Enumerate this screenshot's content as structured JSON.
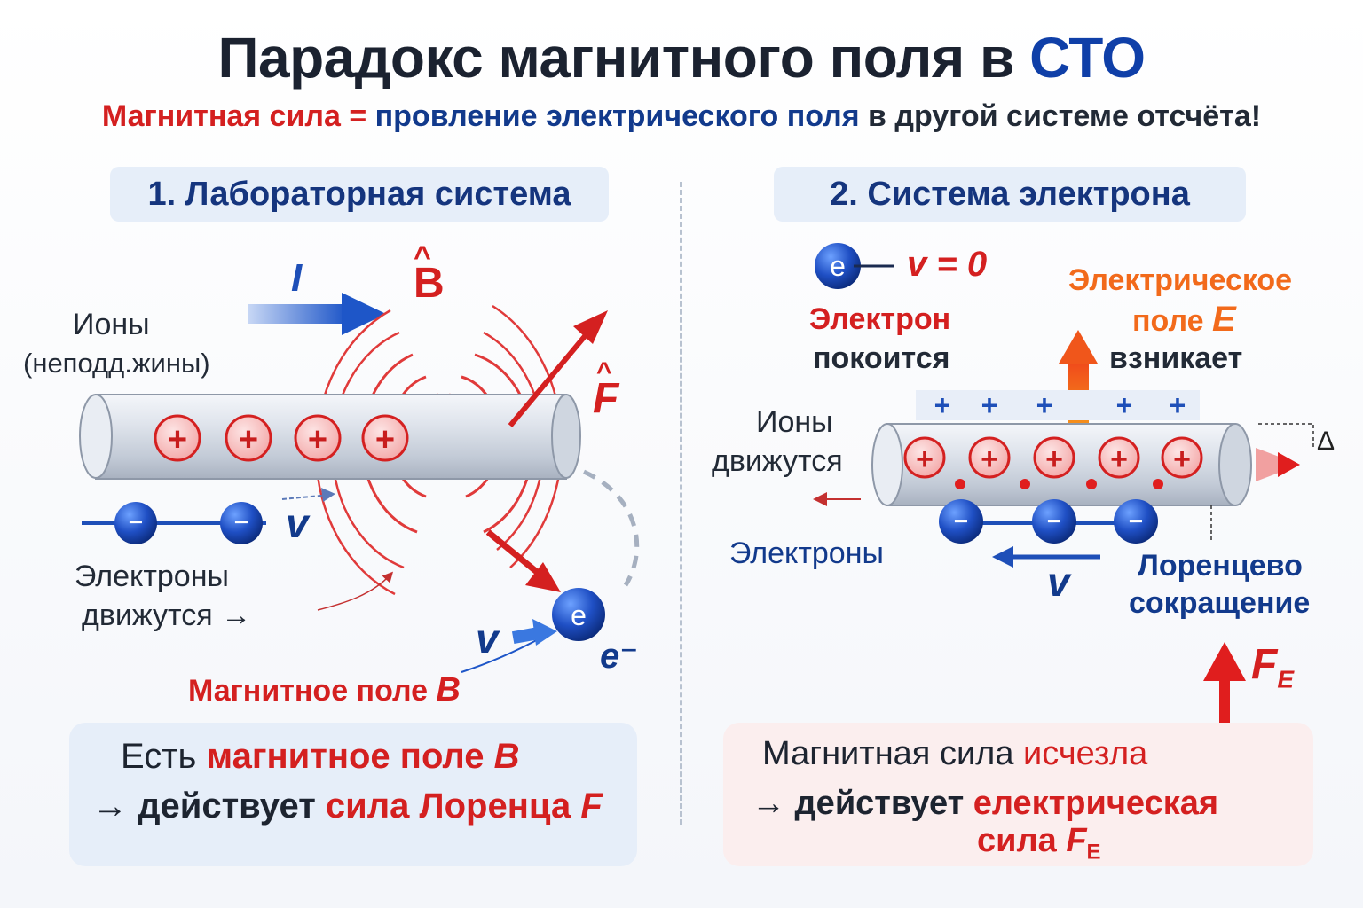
{
  "title": {
    "main": "Парадокс магнитного поля в",
    "accent": "СТО"
  },
  "subtitle": {
    "part1": "Магнитная сила",
    "eq": " = ",
    "part2": "провление электрического поля",
    "part3": " в другой системе отсчёта!"
  },
  "left": {
    "heading": "1. Лабораторная система",
    "current_symbol": "I",
    "b_symbol": "B",
    "b_hat": "^",
    "f_symbol": "F",
    "ions_label_1": "Ионы",
    "ions_label_2": "(неподд.жины)",
    "ion_sign": "+",
    "electron_sign": "−",
    "v_symbol": "v",
    "electrons_label_1": "Электроны",
    "electrons_label_2": "движутся →",
    "electron_letter": "e",
    "e_minus": "e⁻",
    "magnetic_field_label": "Магнитное поле",
    "magnetic_field_symbol": "B",
    "box_line1_a": "Есть ",
    "box_line1_b": "магнитное поле ",
    "box_line1_c": "B",
    "box_line2_a": "→ действует ",
    "box_line2_b": "сила Лоренца ",
    "box_line2_c": "F"
  },
  "right": {
    "heading": "2. Система электрона",
    "electron_letter": "e",
    "v_eq": "v = 0",
    "electron_rest_1": "Электрон",
    "electron_rest_2": "покоится",
    "efield_1": "Электрическое",
    "efield_2": "поле",
    "efield_symbol": "E",
    "efield_3": "взникает",
    "ions_moving_1": "Ионы",
    "ions_moving_2": "движутся",
    "plus_sign": "+",
    "ion_sign": "+",
    "electron_sign": "−",
    "delta": "Δ",
    "electrons_label": "Электроны",
    "v_symbol": "v",
    "lorentz_1": "Лоренцево",
    "lorentz_2": "сокращение",
    "fe_symbol": "F",
    "fe_sub": "E",
    "box_line1_a": "Магнитная сила ",
    "box_line1_b": "исчезла",
    "box_line2_a": "→ действует ",
    "box_line2_b": "електрическая",
    "box_line3_a": "сила ",
    "box_line3_b": "F",
    "box_line3_sub": "E"
  },
  "colors": {
    "red": "#d42020",
    "navy": "#123a8c",
    "orange": "#f26a1b",
    "blue_arrow": "#1e56c8",
    "heading_bg": "#e6eef9",
    "right_box_bg": "#fbeeee"
  }
}
